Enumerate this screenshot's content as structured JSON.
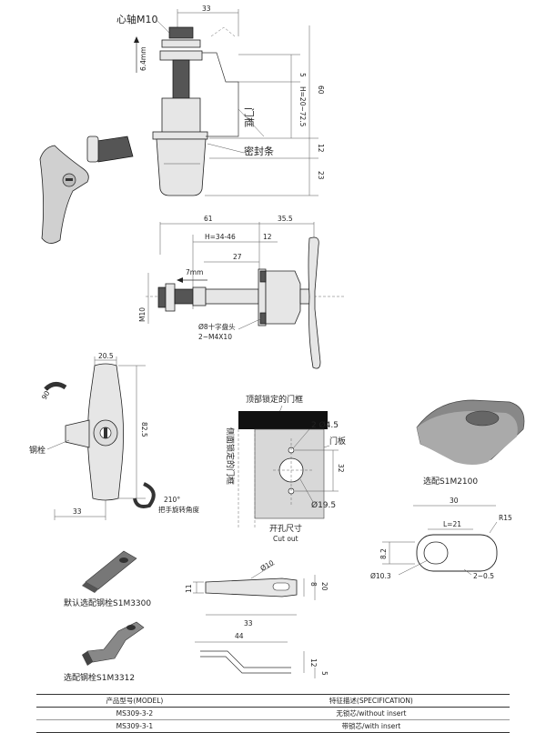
{
  "top_view": {
    "core_axis_label": "心轴M10",
    "dim_33": "33",
    "dim_6_4": "6.4mm",
    "dim_5": "5",
    "dim_h": "H=20~72.5",
    "dim_60": "60",
    "dim_12": "12",
    "dim_23": "23",
    "door_frame_label": "门框",
    "seal_label": "密封条"
  },
  "side_view": {
    "dim_61": "61",
    "dim_35_5": "35.5",
    "dim_h": "H=34-46",
    "dim_12": "12",
    "dim_27": "27",
    "dim_7mm": "7mm",
    "dim_m10": "M10",
    "screw_label": "Ø8十字盘头",
    "screw_label2": "2~M4X10"
  },
  "front_view": {
    "dim_20_5": "20.5",
    "dim_82_5": "82.5",
    "dim_33": "33",
    "bolt_label": "钢栓",
    "angle_90": "90°",
    "angle_210": "210°",
    "rotation_label": "把手旋转角度"
  },
  "cutout": {
    "top_frame_label": "顶部锁定的门框",
    "side_frame_label": "侧面锁定的门框",
    "door_plate_label": "门板",
    "hole_label": "2 Ø4.5",
    "dim_32": "32",
    "dim_19_5": "Ø19.5",
    "title_cn": "开孔尺寸",
    "title_en": "Cut out"
  },
  "cam_s1m2100": {
    "caption": "选配S1M2100",
    "dim_30": "30",
    "dim_l": "L=21",
    "dim_r15": "R15",
    "dim_8_2": "8.2",
    "dim_10_3": "Ø10.3",
    "dim_2_0_5": "2−0.5"
  },
  "cam_s1m3300": {
    "caption": "默认选配钢栓S1M3300",
    "dim_10": "Ø10",
    "dim_11": "11",
    "dim_8": "8",
    "dim_20": "20",
    "dim_33": "33"
  },
  "cam_s1m3312": {
    "caption": "选配钢栓S1M3312",
    "dim_44": "44",
    "dim_12": "12",
    "dim_5": "5"
  },
  "spec_table": {
    "header_model": "产品型号(MODEL)",
    "header_spec": "特征描述(SPECIFICATION)",
    "rows": [
      {
        "model": "MS309-3-2",
        "spec": "无锁芯/without insert"
      },
      {
        "model": "MS309-3-1",
        "spec": "带锁芯/with insert"
      }
    ]
  }
}
